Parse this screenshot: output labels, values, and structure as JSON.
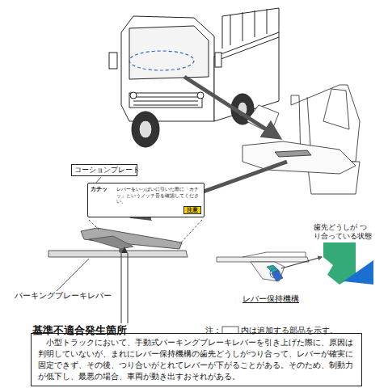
{
  "diagram": {
    "nodes": [
      {
        "text": [
          "コーションプレート"
        ]
      },
      {
        "text": [
          "カチッ",
          "レバーをいっぱいに引いた際に「カチッ」というノッチ音を確認してください。",
          "注意"
        ]
      },
      {
        "text": [
          "小型トラックにおいて、手動式パーキングブレーキレバーを引き上げた際に、原因は判明していないが、まれにレバー保持機構の歯先どうしがつり合って、レバーが確実に固定できず、その後、つり合いがとれてレバーが下がることがある。そのため、制動力が低下し、最悪の場合、車両が動き出すおそれがある。"
        ]
      }
    ],
    "labels": [
      "パーキングブレーキレバー",
      "歯先どうしが つり合っている状態",
      "レバー保持機構",
      "基準不適合発生箇所",
      "注：",
      "内は追加する部品を示す。"
    ]
  }
}
